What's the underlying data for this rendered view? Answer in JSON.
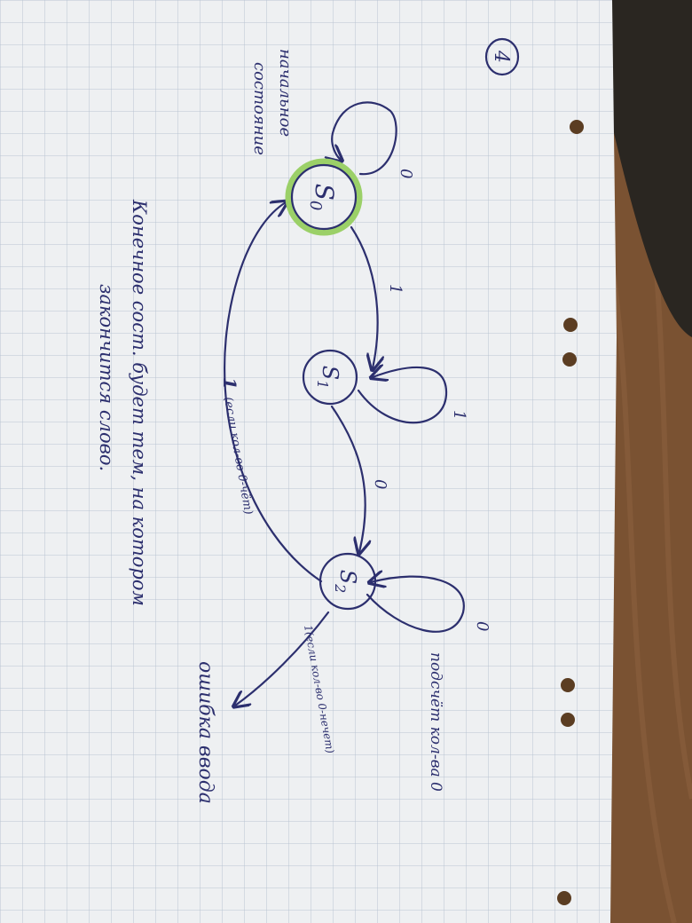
{
  "page_number": "4",
  "colors": {
    "paper": "#eef0f2",
    "grid": "#b9c4d2",
    "ink": "#2c2f6e",
    "start_highlight": "#9bd068",
    "table": "#7a5232",
    "dark_corner": "#2a2621"
  },
  "states": [
    {
      "id": "s0",
      "main": "S",
      "sub": "0",
      "initial": true
    },
    {
      "id": "s1",
      "main": "S",
      "sub": "1",
      "initial": false
    },
    {
      "id": "s2",
      "main": "S",
      "sub": "2",
      "initial": false
    }
  ],
  "transitions": {
    "s0_loop": "0",
    "s0_to_s1": "1",
    "s1_loop": "1",
    "s1_to_s2": "0",
    "s2_loop": "0",
    "s2_to_s0_symbol": "1",
    "s2_to_s0_note": "(если кол-во 0-чёт)",
    "s2_to_error_note": "1(если кол-во 0-нечет)"
  },
  "annotations": {
    "start_label_line1": "начальное",
    "start_label_line2": "состояние",
    "loop_note": "подсчёт кол-ва 0",
    "error_label": "ошибка ввода",
    "final_note_line1": "Конечное сост. будет тем, на котором",
    "final_note_line2": "закончится слово."
  }
}
